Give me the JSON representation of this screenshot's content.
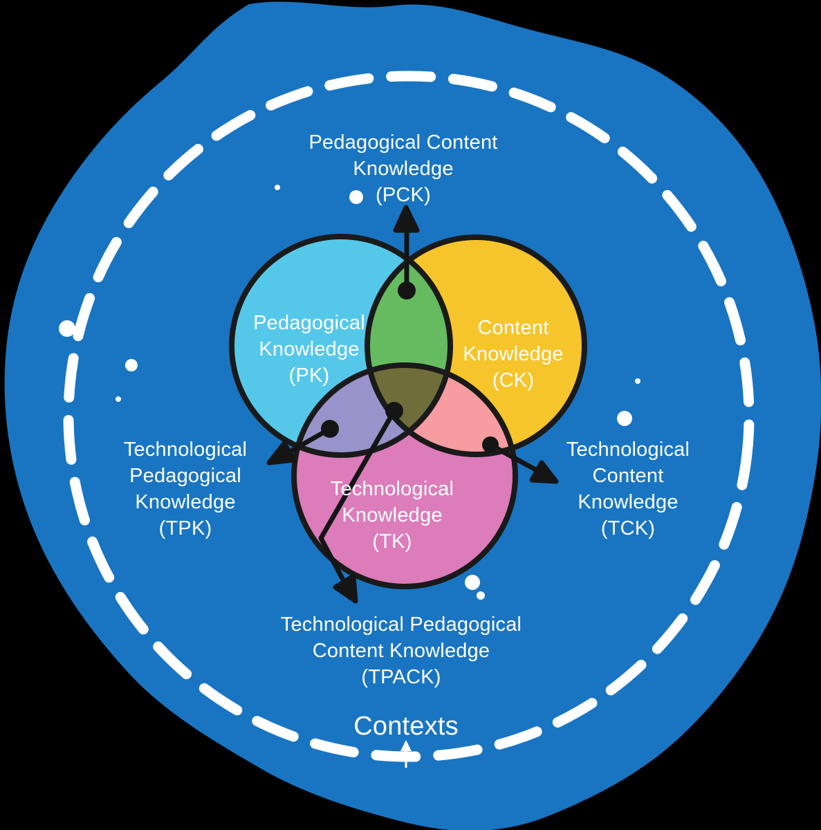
{
  "colors": {
    "canvas": "#000000",
    "background_blob": "#1975C2",
    "dashed_ring": "#FFFFFF",
    "outline": "#1A1A1A",
    "arrow": "#151515",
    "text": "#FFFFFF",
    "pk": "#55C8EA",
    "ck": "#F6C52B",
    "tk": "#DD7CBA",
    "pck": "#66BB61",
    "tpk": "#9894CB",
    "tck": "#F79CA0",
    "tpack": "#6F6D3A"
  },
  "regions": {
    "pk": {
      "line1": "Pedagogical",
      "line2": "Knowledge",
      "line3": "(PK)"
    },
    "ck": {
      "line1": "Content",
      "line2": "Knowledge",
      "line3": "(CK)"
    },
    "tk": {
      "line1": "Technological",
      "line2": "Knowledge",
      "line3": "(TK)"
    }
  },
  "callouts": {
    "pck": {
      "line1": "Pedagogical Content",
      "line2": "Knowledge",
      "line3": "(PCK)"
    },
    "tpk": {
      "line1": "Technological",
      "line2": "Pedagogical",
      "line3": "Knowledge",
      "line4": "(TPK)"
    },
    "tck": {
      "line1": "Technological",
      "line2": "Content",
      "line3": "Knowledge",
      "line4": "(TCK)"
    },
    "tpack": {
      "line1": "Technological Pedagogical",
      "line2": "Content Knowledge",
      "line3": "(TPACK)"
    }
  },
  "context_label": "Contexts"
}
